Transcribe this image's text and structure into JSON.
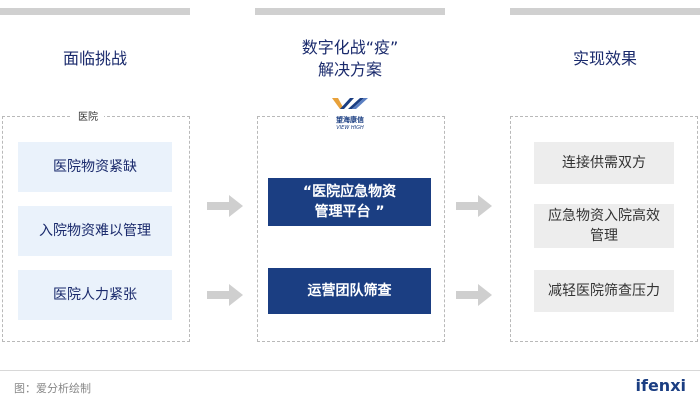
{
  "colors": {
    "navy": "#1b3e82",
    "title": "#1a2a6c",
    "light_blue": "#eaf2fb",
    "light_gray": "#ededed",
    "arrow_gray": "#cfcfcf"
  },
  "left": {
    "title": "面临挑战",
    "box_label": "医院",
    "items": [
      "医院物资紧缺",
      "入院物资难以管理",
      "医院人力紧张"
    ]
  },
  "middle": {
    "title": "数字化战“疫”\n解决方案",
    "logo": {
      "name": "望海康信",
      "sub": "VIEW HIGH",
      "icon": "viewhigh-logo-icon"
    },
    "items": [
      "“医院应急物资\n管理平台 ”",
      "运营团队筛查"
    ]
  },
  "right": {
    "title": "实现效果",
    "items": [
      "连接供需双方",
      "应急物资入院高效\n管理",
      "减轻医院筛查压力"
    ]
  },
  "footer": {
    "source": "图：爱分析绘制",
    "brand": "ifenxi"
  }
}
